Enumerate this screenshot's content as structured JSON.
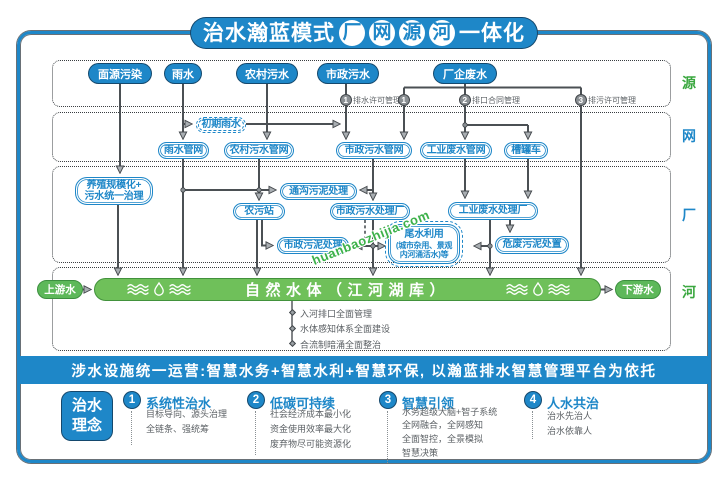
{
  "title": {
    "prefix": "治水瀚蓝模式",
    "circles": [
      "厂",
      "网",
      "源",
      "河"
    ],
    "suffix": "一体化"
  },
  "section_labels": {
    "source": "源",
    "network": "网",
    "plant": "厂",
    "river": "河"
  },
  "source_pills": [
    "面源污染",
    "雨水",
    "农村污水",
    "市政污水",
    "厂企废水"
  ],
  "permit_labels": [
    {
      "num": "1",
      "text": "排水许可管理"
    },
    {
      "num": "1",
      "text": ""
    },
    {
      "num": "2",
      "text": "排口合同管理"
    },
    {
      "num": "3",
      "text": "排污许可管理"
    }
  ],
  "nodes": {
    "chuqi": "初期雨水",
    "yushui_net": "雨水管网",
    "nongcun_net": "农村污水管网",
    "shizheng_net": "市政污水管网",
    "gongye_net": "工业废水管网",
    "caoguanche": "槽罐车",
    "yangzhi_l1": "养殖规模化+",
    "yangzhi_l2": "污水统一治理",
    "tonggou": "通沟污泥处理",
    "nongwuzhan": "农污站",
    "shizheng_plant": "市政污水处理厂",
    "gongye_plant": "工业废水处理厂",
    "shizheng_sludge": "市政污泥处理",
    "weishui_l1": "尾水利用",
    "weishui_l2": "(城市杂用、景观",
    "weishui_l3": "内河涌活水)等",
    "weifei": "危废污泥处置"
  },
  "river": {
    "upstream": "上游水",
    "band_title": "自然水体（江河湖库）",
    "downstream": "下游水"
  },
  "river_notes": [
    "入河排口全面管理",
    "水体感知体系全面建设",
    "合流制暗涌全面整治"
  ],
  "operation_banner": "涉水设施统一运营:智慧水务+智慧水利+智慧环保, 以瀚蓝排水智慧管理平台为依托",
  "philosophy": {
    "badge_line1": "治水",
    "badge_line2": "理念",
    "items": [
      {
        "num": "1",
        "title": "系统性治水",
        "lines": [
          "目标导向、源头治理",
          "全链条、强统筹"
        ]
      },
      {
        "num": "2",
        "title": "低碳可持续",
        "lines": [
          "社会经济成本最小化",
          "资金使用效率最大化",
          "废弃物尽可能资源化"
        ]
      },
      {
        "num": "3",
        "title": "智慧引领",
        "lines": [
          "水务超级大脑+智子系统",
          "全网融合，全网感知",
          "全面智控，全景模拟",
          "智慧决策"
        ]
      },
      {
        "num": "4",
        "title": "人水共治",
        "lines": [
          "治水先治人",
          "治水依靠人"
        ]
      }
    ]
  },
  "watermark": "huanbaozhijia.com",
  "colors": {
    "primary_blue": "#1e87c8",
    "river_green": "#6cbd58",
    "label_green": "#3aa73f",
    "line_gray": "#4b5054",
    "text_gray": "#5c6165"
  }
}
